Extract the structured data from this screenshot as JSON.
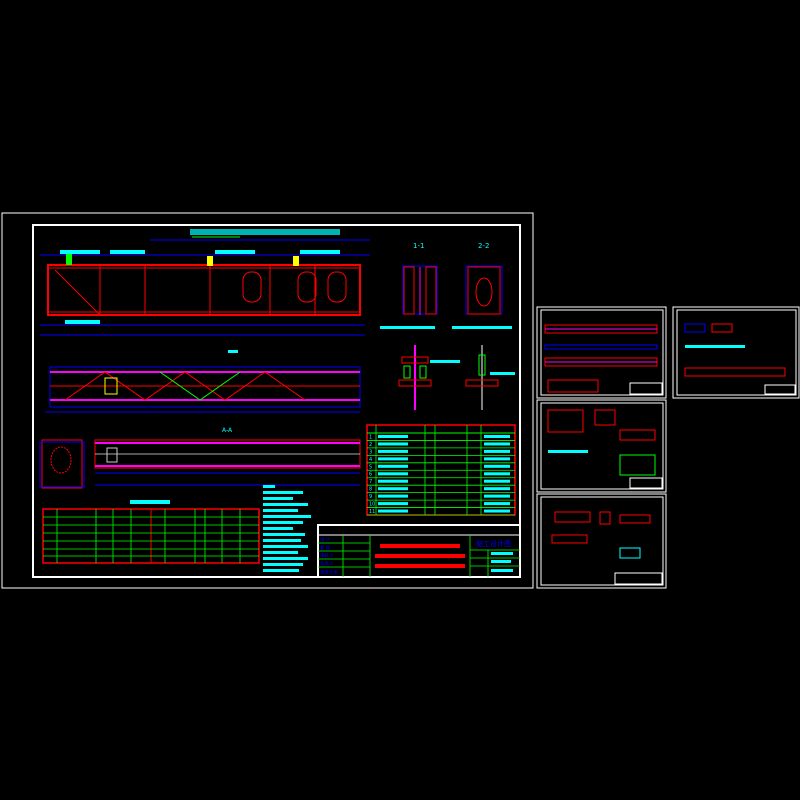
{
  "drawing": {
    "title_block": {
      "stamp": "施工设计图",
      "labels": [
        "设 计",
        "复 核",
        "审核人",
        "负责人",
        "项目负责"
      ]
    },
    "section_labels": {
      "s11": "1-1",
      "s22": "2-2",
      "aa": "A-A"
    },
    "bom_rows": [
      "1",
      "2",
      "3",
      "4",
      "5",
      "6",
      "7",
      "8",
      "9",
      "10",
      "11"
    ],
    "colors": {
      "background": "#000000",
      "frame": "#ffffff",
      "primary": "#ff0000",
      "secondary": "#0000ff",
      "text": "#00ffff",
      "grid": "#00ff00",
      "accent": "#ff00ff",
      "highlight": "#ffff00"
    }
  }
}
